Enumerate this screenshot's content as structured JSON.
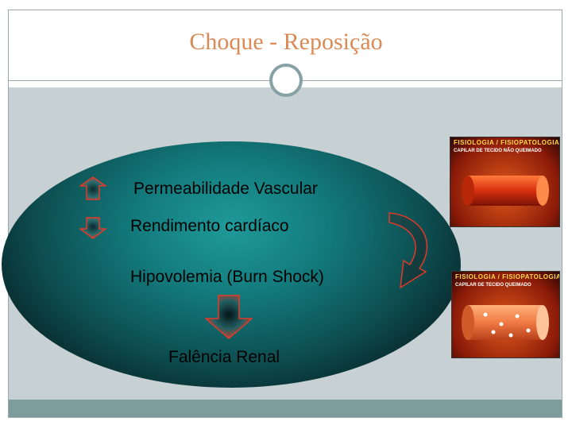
{
  "slide": {
    "title": "Choque - Reposição",
    "items": {
      "permeability": "Permeabilidade Vascular",
      "cardiac_output": "Rendimento cardíaco",
      "hypovolemia": "Hipovolemia (Burn Shock)",
      "renal_failure": "Falência Renal"
    },
    "images": [
      {
        "header": "FISIOLOGIA / FISIOPATOLOGIA",
        "caption": "CAPILAR DE TECIDO NÃO QUEIMADO"
      },
      {
        "header": "FISIOLOGIA / FISIOPATOLOGIA",
        "caption": "CAPILAR DE TECIDO QUEIMADO"
      }
    ]
  },
  "colors": {
    "title": "#d98a55",
    "content_bg": "#c7d1d4",
    "footer_bar": "#7d9c9c",
    "ellipse_center": "#1f9a9a",
    "ellipse_edge": "#030c0e",
    "arrow_red": "#e03a2a"
  }
}
